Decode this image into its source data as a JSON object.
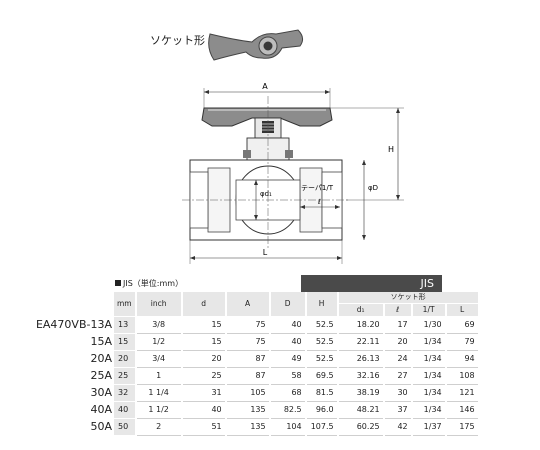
{
  "diagram": {
    "socket_title": "ソケット形",
    "labels": {
      "A": "A",
      "H": "H",
      "L": "L",
      "d1": "φd₁",
      "D": "φD",
      "taper": "テーパ1/T",
      "ell": "ℓ"
    }
  },
  "table": {
    "caption_prefix": "JIS",
    "caption_unit": "（単位:mm）",
    "jis_label": "JIS",
    "socket_group": "ソケット形",
    "headers": {
      "mm": "mm",
      "inch": "inch",
      "d": "d",
      "A": "A",
      "D": "D",
      "H": "H",
      "d1": "d₁",
      "ell": "ℓ",
      "t": "1/T",
      "L": "L"
    },
    "rows": [
      {
        "model": "EA470VB-13A",
        "mm": "13",
        "inch": "3/8",
        "d": "15",
        "A": "75",
        "D": "40",
        "H": "52.5",
        "d1": "18.20",
        "ell": "17",
        "t": "1/30",
        "L": "69"
      },
      {
        "model": "15A",
        "mm": "15",
        "inch": "1/2",
        "d": "15",
        "A": "75",
        "D": "40",
        "H": "52.5",
        "d1": "22.11",
        "ell": "20",
        "t": "1/34",
        "L": "79"
      },
      {
        "model": "20A",
        "mm": "20",
        "inch": "3/4",
        "d": "20",
        "A": "87",
        "D": "49",
        "H": "52.5",
        "d1": "26.13",
        "ell": "24",
        "t": "1/34",
        "L": "94"
      },
      {
        "model": "25A",
        "mm": "25",
        "inch": "1",
        "d": "25",
        "A": "87",
        "D": "58",
        "H": "69.5",
        "d1": "32.16",
        "ell": "27",
        "t": "1/34",
        "L": "108"
      },
      {
        "model": "30A",
        "mm": "32",
        "inch": "1 1/4",
        "d": "31",
        "A": "105",
        "D": "68",
        "H": "81.5",
        "d1": "38.19",
        "ell": "30",
        "t": "1/34",
        "L": "121"
      },
      {
        "model": "40A",
        "mm": "40",
        "inch": "1 1/2",
        "d": "40",
        "A": "135",
        "D": "82.5",
        "H": "96.0",
        "d1": "48.21",
        "ell": "37",
        "t": "1/34",
        "L": "146"
      },
      {
        "model": "50A",
        "mm": "50",
        "inch": "2",
        "d": "51",
        "A": "135",
        "D": "104",
        "H": "107.5",
        "d1": "60.25",
        "ell": "42",
        "t": "1/37",
        "L": "175"
      }
    ]
  },
  "colors": {
    "header_dark": "#4a4a4a",
    "header_light": "#e7e7e7",
    "line": "#333333"
  }
}
